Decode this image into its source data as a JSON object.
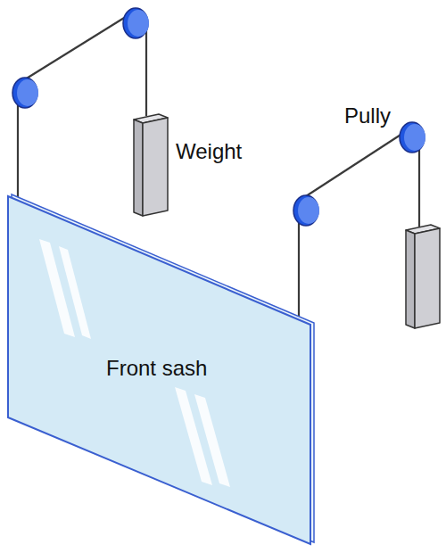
{
  "diagram": {
    "nodes": [
      {
        "text": [
          "Front sash"
        ]
      }
    ],
    "labels": [
      "Weight",
      "Pully"
    ]
  }
}
